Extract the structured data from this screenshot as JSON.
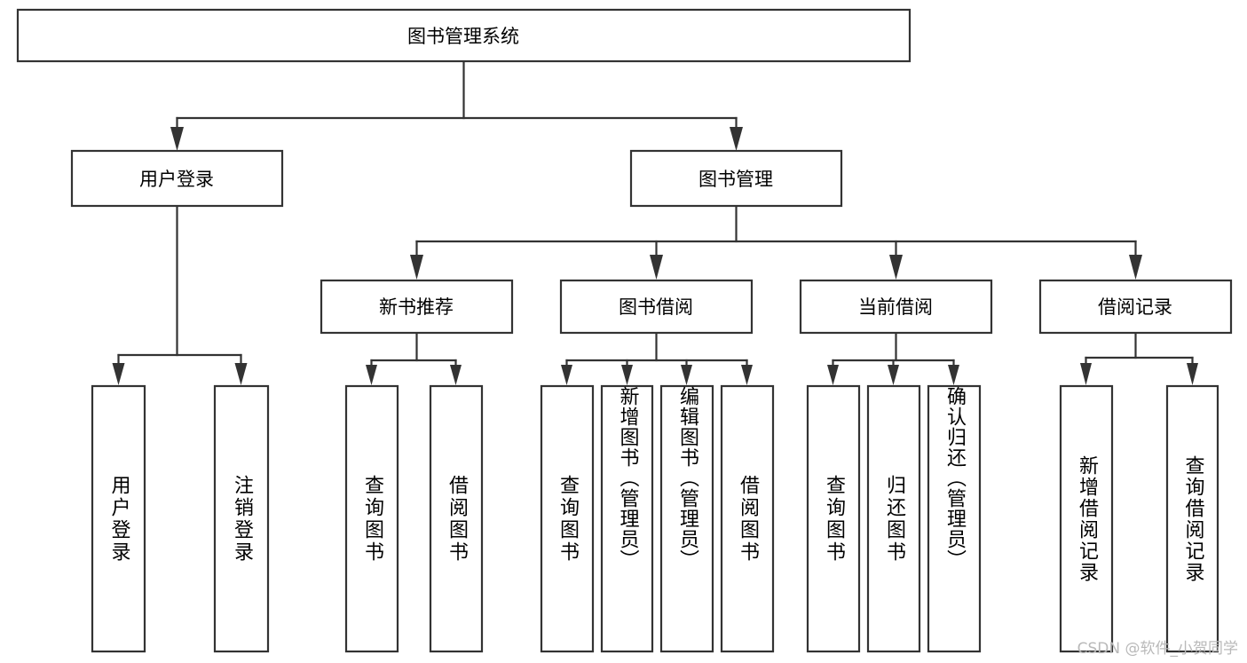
{
  "diagram": {
    "type": "tree-hierarchy",
    "title": "图书管理系统",
    "watermark": "CSDN @软件_小贺同学",
    "colors": {
      "stroke": "#333333",
      "fill": "#ffffff",
      "text": "#000000",
      "watermark": "#b9b9b9"
    },
    "nodes": {
      "root": {
        "label": "图书管理系统",
        "orientation": "horizontal"
      },
      "level2": [
        {
          "id": "user-login",
          "label": "用户登录",
          "orientation": "horizontal"
        },
        {
          "id": "book-manage",
          "label": "图书管理",
          "orientation": "horizontal"
        }
      ],
      "level3": [
        {
          "id": "new-book-recommend",
          "label": "新书推荐",
          "orientation": "horizontal"
        },
        {
          "id": "book-borrow",
          "label": "图书借阅",
          "orientation": "horizontal"
        },
        {
          "id": "current-borrow",
          "label": "当前借阅",
          "orientation": "horizontal"
        },
        {
          "id": "borrow-record",
          "label": "借阅记录",
          "orientation": "horizontal"
        }
      ],
      "leaves": [
        {
          "id": "leaf-user-login",
          "label": "用户登录",
          "orientation": "vertical",
          "parent": "user-login"
        },
        {
          "id": "leaf-logout-login",
          "label": "注销登录",
          "orientation": "vertical",
          "parent": "user-login"
        },
        {
          "id": "leaf-query-book-1",
          "label": "查询图书",
          "orientation": "vertical",
          "parent": "new-book-recommend"
        },
        {
          "id": "leaf-borrow-book-1",
          "label": "借阅图书",
          "orientation": "vertical",
          "parent": "new-book-recommend"
        },
        {
          "id": "leaf-query-book-2",
          "label": "查询图书",
          "orientation": "vertical",
          "parent": "book-borrow"
        },
        {
          "id": "leaf-add-book",
          "label": "新增图书（管理员）",
          "orientation": "vertical",
          "parent": "book-borrow"
        },
        {
          "id": "leaf-edit-book",
          "label": "编辑图书（管理员）",
          "orientation": "vertical",
          "parent": "book-borrow"
        },
        {
          "id": "leaf-borrow-book-2",
          "label": "借阅图书",
          "orientation": "vertical",
          "parent": "book-borrow"
        },
        {
          "id": "leaf-query-book-3",
          "label": "查询图书",
          "orientation": "vertical",
          "parent": "current-borrow"
        },
        {
          "id": "leaf-return-book",
          "label": "归还图书",
          "orientation": "vertical",
          "parent": "current-borrow"
        },
        {
          "id": "leaf-confirm-return",
          "label": "确认归还（管理员）",
          "orientation": "vertical",
          "parent": "current-borrow"
        },
        {
          "id": "leaf-add-record",
          "label": "新增借阅记录",
          "orientation": "vertical",
          "parent": "borrow-record"
        },
        {
          "id": "leaf-query-record",
          "label": "查询借阅记录",
          "orientation": "vertical",
          "parent": "borrow-record"
        }
      ]
    }
  }
}
